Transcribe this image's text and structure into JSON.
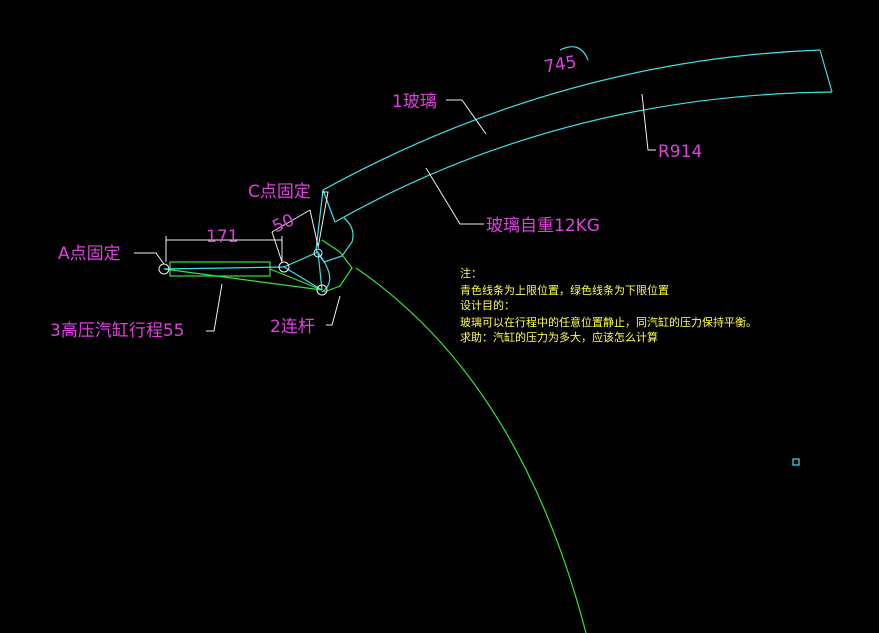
{
  "labels": {
    "dim_arc": "745",
    "glass": "1玻璃",
    "radius": "R914",
    "point_c": "C点固定",
    "glass_weight": "玻璃自重12KG",
    "dim_171": "171",
    "dim_50": "50",
    "point_a": "A点固定",
    "cylinder": "3高压汽缸行程55",
    "link": "2连杆"
  },
  "notes": {
    "line1": "注：",
    "line2": "青色线条为上限位置，绿色线条为下限位置",
    "line3": "设计目的：",
    "line4": "玻璃可以在行程中的任意位置静止，同汽缸的压力保持平衡。",
    "line5": "求助：汽缸的压力为多大，应该怎么计算"
  },
  "colors": {
    "background": "#000000",
    "upper_limit_cyan": "#3ee0e8",
    "lower_limit_green": "#38e038",
    "label_magenta": "#e040e0",
    "note_yellow": "#ffff4a"
  }
}
